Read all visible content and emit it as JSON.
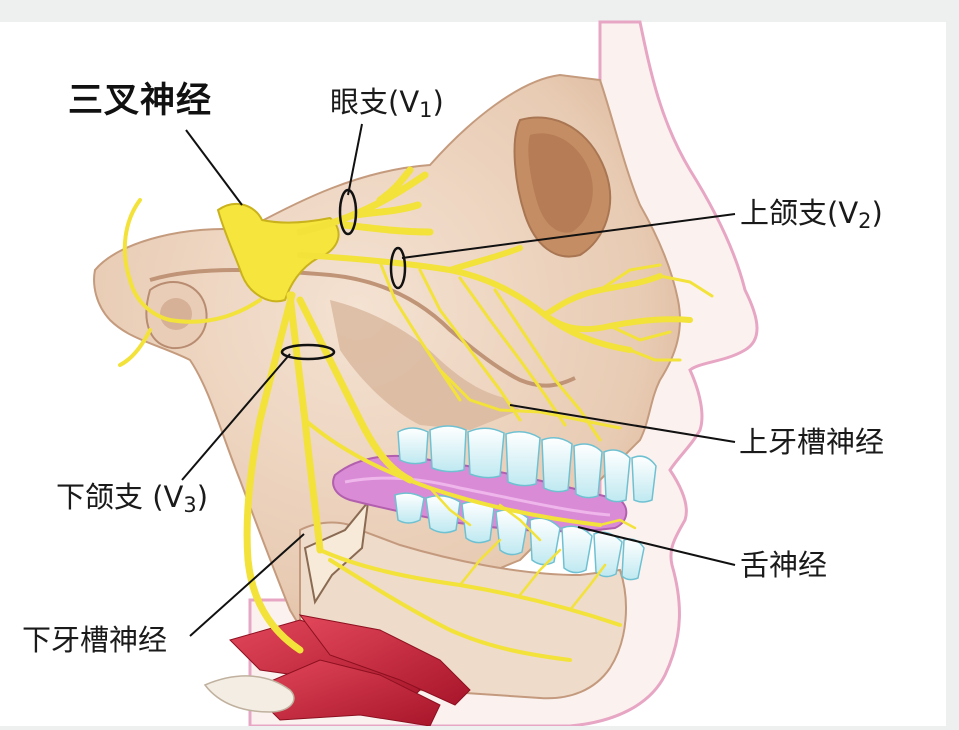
{
  "title": "三叉神经",
  "labels": {
    "v1_name": "眼支",
    "v1_paren_open": "(V",
    "v1_sub": "1",
    "v1_paren_close": ")",
    "v2_name": "上颌支",
    "v2_paren_open": "(V",
    "v2_sub": "2",
    "v2_paren_close": ")",
    "v3_name": "下颌支",
    "v3_paren_open": " (V",
    "v3_sub": "3",
    "v3_paren_close": ")",
    "upper_alveolar": "上牙槽神经",
    "lingual": "舌神经",
    "lower_alveolar": "下牙槽神经"
  },
  "colors": {
    "nerve": "#f2e23a",
    "nerve_outline": "#c9b21c",
    "skin": "#fbf3ee",
    "skin_outline": "#e6a9c2",
    "bone": "#ead3bf",
    "bone_shadow": "#caa183",
    "teeth": "#e8f7fa",
    "gum": "#d68ad2",
    "muscle": "#c8243a",
    "leader": "#111111"
  }
}
